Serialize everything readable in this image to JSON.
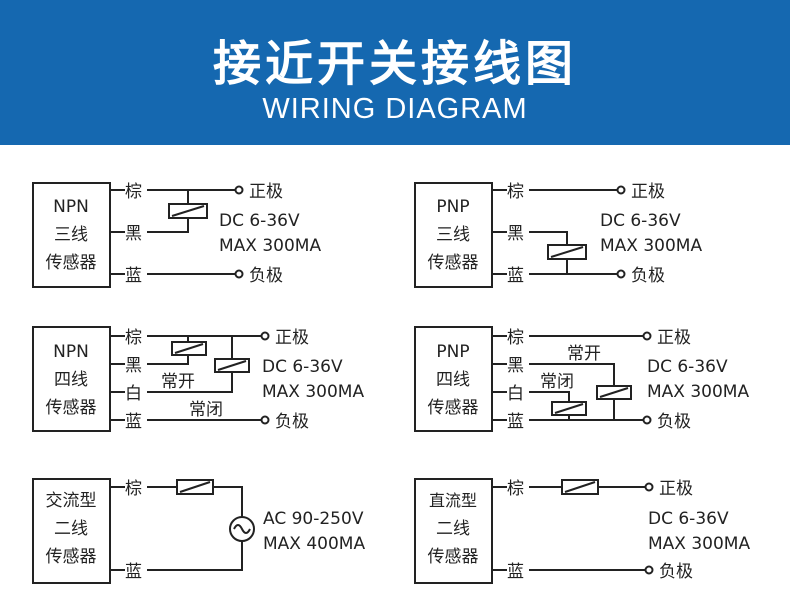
{
  "header": {
    "title": "接近开关接线图",
    "subtitle": "WIRING DIAGRAM",
    "background_color": "#1568b0"
  },
  "wire_labels": {
    "brown": "棕",
    "black": "黑",
    "white": "白",
    "blue": "蓝"
  },
  "terminals": {
    "positive": "正极",
    "negative": "负极"
  },
  "switch_labels": {
    "normally_open": "常开",
    "normally_closed": "常闭"
  },
  "sensors": {
    "npn3": {
      "lines": [
        "NPN",
        "三线",
        "传感器"
      ],
      "spec": [
        "DC 6-36V",
        "MAX 300MA"
      ]
    },
    "pnp3": {
      "lines": [
        "PNP",
        "三线",
        "传感器"
      ],
      "spec": [
        "DC 6-36V",
        "MAX 300MA"
      ]
    },
    "npn4": {
      "lines": [
        "NPN",
        "四线",
        "传感器"
      ],
      "spec": [
        "DC 6-36V",
        "MAX 300MA"
      ]
    },
    "pnp4": {
      "lines": [
        "PNP",
        "四线",
        "传感器"
      ],
      "spec": [
        "DC 6-36V",
        "MAX 300MA"
      ]
    },
    "ac2": {
      "lines": [
        "交流型",
        "二线",
        "传感器"
      ],
      "spec": [
        "AC 90-250V",
        "MAX 400MA"
      ]
    },
    "dc2": {
      "lines": [
        "直流型",
        "二线",
        "传感器"
      ],
      "spec": [
        "DC 6-36V",
        "MAX 300MA"
      ]
    }
  },
  "ac_source_icon": "ac-source-icon",
  "load_icon": "relay-coil-icon"
}
